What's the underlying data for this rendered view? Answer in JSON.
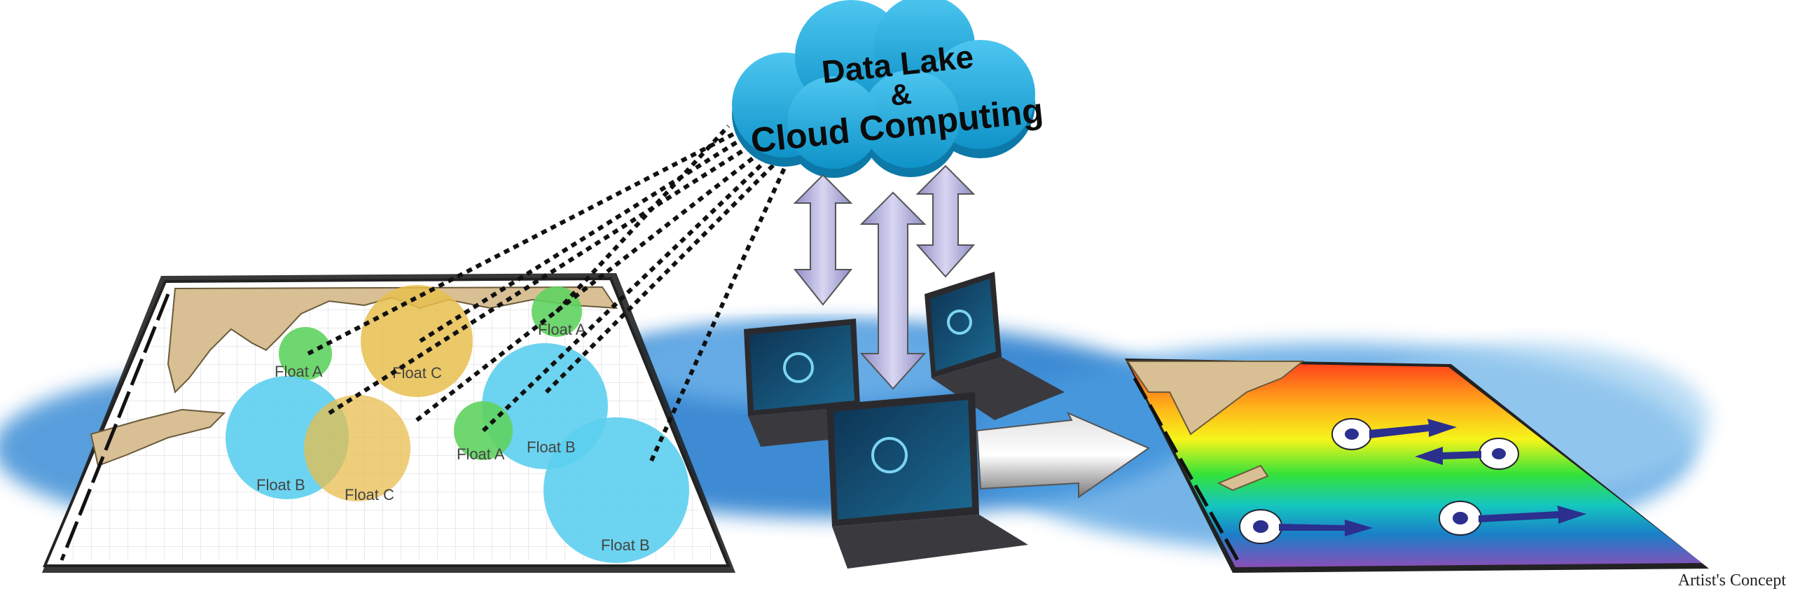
{
  "cloud": {
    "line1": "Data Lake",
    "line2": "&",
    "line3": "Cloud Computing",
    "color": "#1ca8d8"
  },
  "float_map": {
    "labels": {
      "float_a_top": "Float A",
      "float_c_top": "Float C",
      "float_a_right_top": "Float A",
      "float_b_left": "Float B",
      "float_c_mid": "Float C",
      "float_a_mid": "Float A",
      "float_b_mid": "Float B",
      "float_b_bottom": "Float B"
    },
    "colors": {
      "float_a": "#5fd35f",
      "float_b": "#5ccfee",
      "float_c": "#e8be4e"
    }
  },
  "caption": "Artist's Concept",
  "icons": [
    "cloud-icon",
    "laptop-icon",
    "bidirectional-arrow-icon",
    "forward-arrow-icon",
    "current-vector-icon"
  ]
}
